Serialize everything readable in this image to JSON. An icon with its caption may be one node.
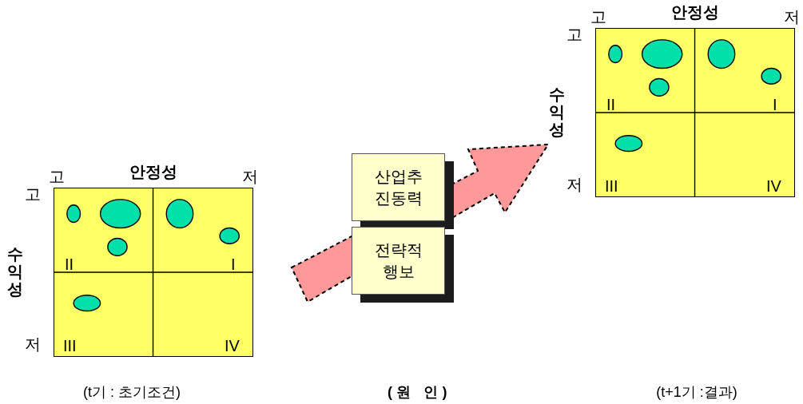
{
  "diagram": {
    "nodes": [
      {
        "text": [],
        "shape": "box"
      },
      {
        "text": [
          "산업추 진동력"
        ]
      },
      {
        "text": [
          "전략적 행보"
        ]
      },
      {
        "text": [],
        "shape": "box"
      }
    ],
    "edges": [
      {
        "from": 0,
        "to": 3,
        "arrow": "to",
        "style": "dashed",
        "color": "#ff9999"
      }
    ],
    "labels": [
      "고",
      "안정성",
      "저",
      "고",
      "수익성",
      "II",
      "I",
      "저",
      "III",
      "IV",
      "고",
      "안정성",
      "저",
      "고",
      "수익성",
      "II",
      "I",
      "저",
      "III",
      "IV",
      "(t기 : 초기조건)",
      "(원 인)",
      "(t+1기 :결과)"
    ]
  }
}
